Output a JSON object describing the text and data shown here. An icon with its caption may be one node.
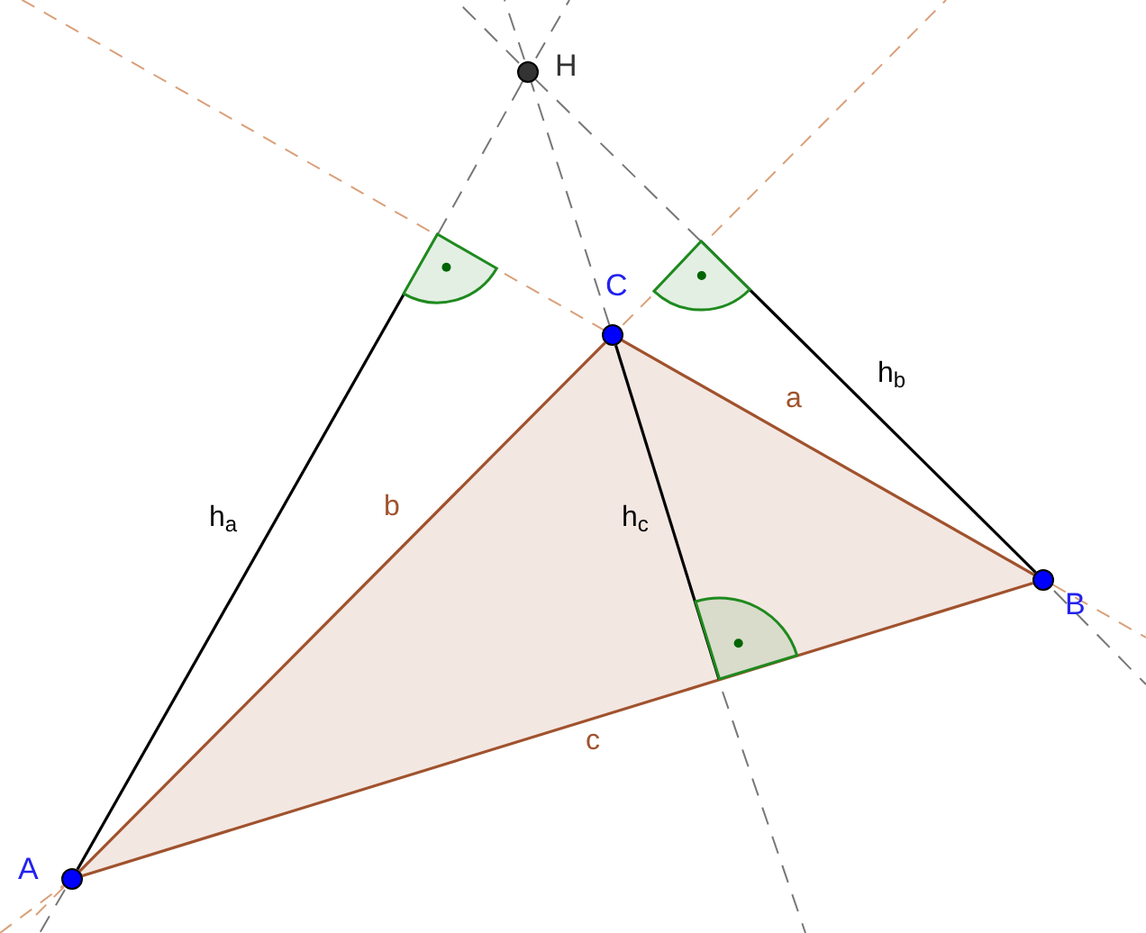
{
  "diagram": {
    "nodes": [
      {
        "text": [],
        "shape": "circle",
        "beside": [
          "H"
        ]
      },
      {
        "text": [],
        "shape": "circle",
        "beside": [
          "C"
        ]
      },
      {
        "text": [],
        "shape": "circle",
        "beside": [
          "B"
        ]
      },
      {
        "text": [],
        "shape": "circle",
        "beside": [
          "A"
        ]
      },
      {
        "text": [],
        "shape": "sector"
      },
      {
        "text": [],
        "shape": "sector"
      },
      {
        "text": [],
        "shape": "sector"
      }
    ],
    "edges": [
      {
        "from": 1,
        "to": 2,
        "arrow": "none",
        "label": "a"
      },
      {
        "from": 3,
        "to": 1,
        "arrow": "none",
        "label": "b"
      },
      {
        "from": 3,
        "to": 2,
        "arrow": "none",
        "label": "c"
      },
      {
        "from": 3,
        "to": 4,
        "arrow": "none",
        "label": "h$_{a}$",
        "color": "#000000"
      },
      {
        "from": 2,
        "to": 5,
        "arrow": "none",
        "label": "h$_{b}$",
        "color": "#000000"
      },
      {
        "from": 1,
        "to": 6,
        "arrow": "none",
        "label": "h$_{c}$",
        "color": "#000000"
      },
      {
        "from": 4,
        "to": 0,
        "arrow": "none",
        "style": "dashed",
        "color": "#777777"
      },
      {
        "from": 5,
        "to": 0,
        "arrow": "none",
        "style": "dashed",
        "color": "#777777"
      },
      {
        "from": 1,
        "to": 0,
        "arrow": "none",
        "style": "dashed",
        "color": "#777777"
      }
    ]
  }
}
